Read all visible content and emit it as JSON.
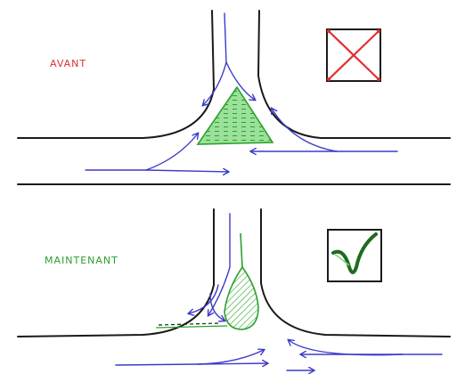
{
  "colors": {
    "road": "#1a1a1a",
    "flow": "#3b3bc8",
    "before": "#e23030",
    "after": "#2aa12a",
    "island_fill": "#7fd07f",
    "check": "#1f6b1f"
  },
  "panels": [
    {
      "id": "before",
      "label": "AVANT",
      "verdict": "cross-icon",
      "island": "triangle"
    },
    {
      "id": "after",
      "label": "MAINTENANT",
      "verdict": "checkmark-icon",
      "island": "teardrop"
    }
  ]
}
